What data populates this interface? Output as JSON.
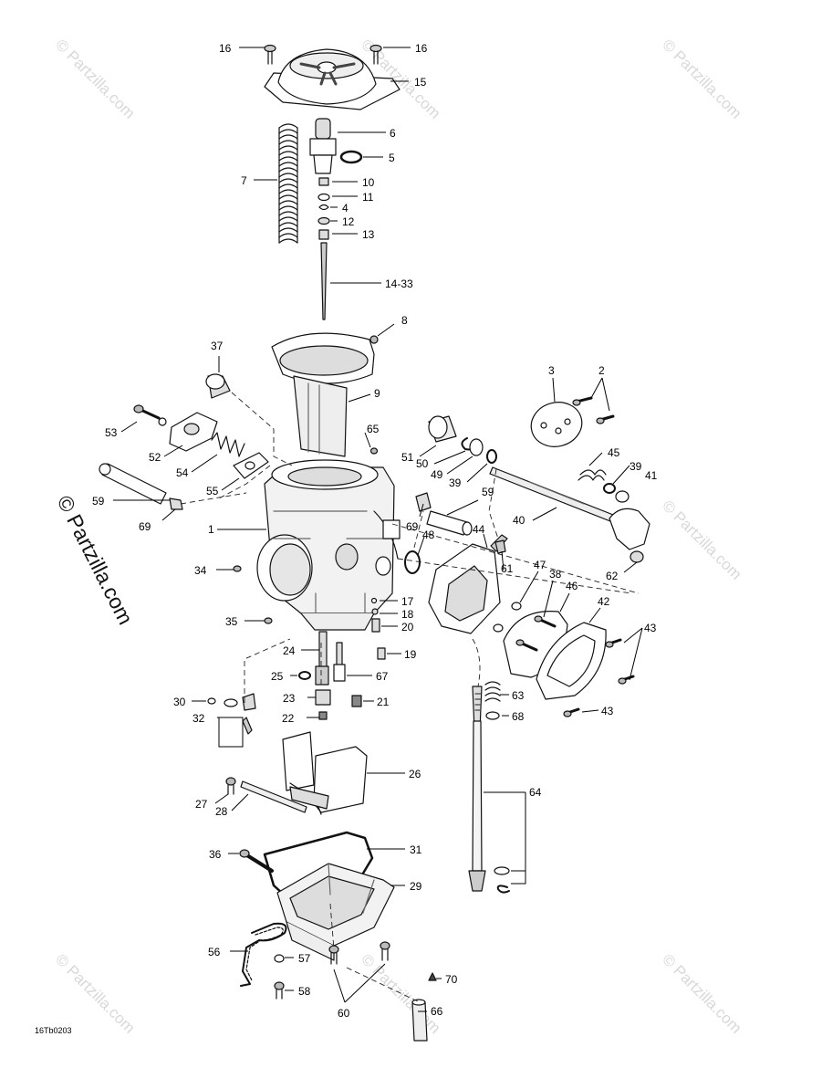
{
  "diagram": {
    "code": "16Tb0203",
    "side_watermark": "© Partzilla.com",
    "tile_watermark": "© Partzilla.com",
    "callouts": [
      {
        "id": "c16a",
        "text": "16"
      },
      {
        "id": "c16b",
        "text": "16"
      },
      {
        "id": "c15",
        "text": "15"
      },
      {
        "id": "c6",
        "text": "6"
      },
      {
        "id": "c5",
        "text": "5"
      },
      {
        "id": "c7",
        "text": "7"
      },
      {
        "id": "c10",
        "text": "10"
      },
      {
        "id": "c11",
        "text": "11"
      },
      {
        "id": "c4",
        "text": "4"
      },
      {
        "id": "c12",
        "text": "12"
      },
      {
        "id": "c13",
        "text": "13"
      },
      {
        "id": "c1433",
        "text": "14-33"
      },
      {
        "id": "c8",
        "text": "8"
      },
      {
        "id": "c37",
        "text": "37"
      },
      {
        "id": "c9",
        "text": "9"
      },
      {
        "id": "c3",
        "text": "3"
      },
      {
        "id": "c2",
        "text": "2"
      },
      {
        "id": "c53",
        "text": "53"
      },
      {
        "id": "c65",
        "text": "65"
      },
      {
        "id": "c52",
        "text": "52"
      },
      {
        "id": "c51",
        "text": "51"
      },
      {
        "id": "c45",
        "text": "45"
      },
      {
        "id": "c39a",
        "text": "39"
      },
      {
        "id": "c41",
        "text": "41"
      },
      {
        "id": "c54",
        "text": "54"
      },
      {
        "id": "c50",
        "text": "50"
      },
      {
        "id": "c49",
        "text": "49"
      },
      {
        "id": "c39b",
        "text": "39"
      },
      {
        "id": "c55",
        "text": "55"
      },
      {
        "id": "c59a",
        "text": "59"
      },
      {
        "id": "c59b",
        "text": "59"
      },
      {
        "id": "c69a",
        "text": "69"
      },
      {
        "id": "c69b",
        "text": "69"
      },
      {
        "id": "c40",
        "text": "40"
      },
      {
        "id": "c1",
        "text": "1"
      },
      {
        "id": "c48",
        "text": "48"
      },
      {
        "id": "c44",
        "text": "44"
      },
      {
        "id": "c62",
        "text": "62"
      },
      {
        "id": "c34",
        "text": "34"
      },
      {
        "id": "c61",
        "text": "61"
      },
      {
        "id": "c47",
        "text": "47"
      },
      {
        "id": "c38",
        "text": "38"
      },
      {
        "id": "c46",
        "text": "46"
      },
      {
        "id": "c42",
        "text": "42"
      },
      {
        "id": "c17",
        "text": "17"
      },
      {
        "id": "c18",
        "text": "18"
      },
      {
        "id": "c20",
        "text": "20"
      },
      {
        "id": "c35",
        "text": "35"
      },
      {
        "id": "c43a",
        "text": "43"
      },
      {
        "id": "c24",
        "text": "24"
      },
      {
        "id": "c19",
        "text": "19"
      },
      {
        "id": "c25",
        "text": "25"
      },
      {
        "id": "c67",
        "text": "67"
      },
      {
        "id": "c63",
        "text": "63"
      },
      {
        "id": "c68",
        "text": "68"
      },
      {
        "id": "c30",
        "text": "30"
      },
      {
        "id": "c23",
        "text": "23"
      },
      {
        "id": "c21",
        "text": "21"
      },
      {
        "id": "c43b",
        "text": "43"
      },
      {
        "id": "c32",
        "text": "32"
      },
      {
        "id": "c22",
        "text": "22"
      },
      {
        "id": "c26",
        "text": "26"
      },
      {
        "id": "c64",
        "text": "64"
      },
      {
        "id": "c27",
        "text": "27"
      },
      {
        "id": "c28",
        "text": "28"
      },
      {
        "id": "c36",
        "text": "36"
      },
      {
        "id": "c31",
        "text": "31"
      },
      {
        "id": "c29",
        "text": "29"
      },
      {
        "id": "c56",
        "text": "56"
      },
      {
        "id": "c57",
        "text": "57"
      },
      {
        "id": "c70",
        "text": "70"
      },
      {
        "id": "c58",
        "text": "58"
      },
      {
        "id": "c66",
        "text": "66"
      },
      {
        "id": "c60",
        "text": "60"
      }
    ]
  }
}
